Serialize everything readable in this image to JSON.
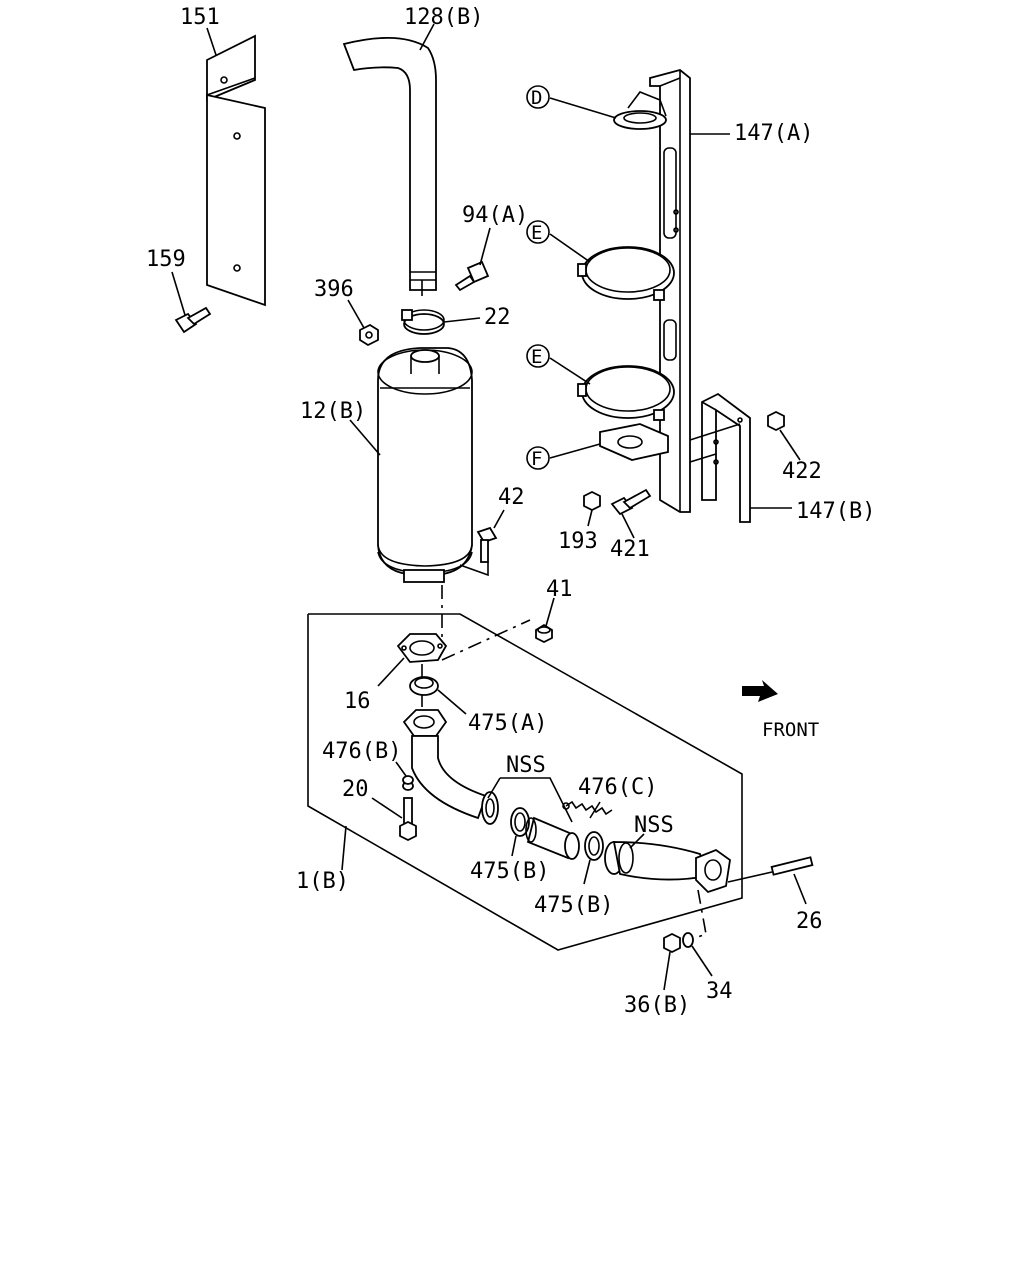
{
  "labels": {
    "p151": "151",
    "p128b": "128(B)",
    "p159": "159",
    "p94a": "94(A)",
    "p396": "396",
    "p22": "22",
    "p12b": "12(B)",
    "p42": "42",
    "pD": "D",
    "pE1": "E",
    "pE2": "E",
    "pF": "F",
    "p147a": "147(A)",
    "p147b": "147(B)",
    "p422": "422",
    "p193": "193",
    "p421": "421",
    "p41": "41",
    "p16": "16",
    "p475a": "475(A)",
    "p476b": "476(B)",
    "p20": "20",
    "pNSS1": "NSS",
    "p476c": "476(C)",
    "pNSS2": "NSS",
    "p475b1": "475(B)",
    "p475b2": "475(B)",
    "p1b": "1(B)",
    "p26": "26",
    "p36b": "36(B)",
    "p34": "34",
    "front": "FRONT"
  }
}
